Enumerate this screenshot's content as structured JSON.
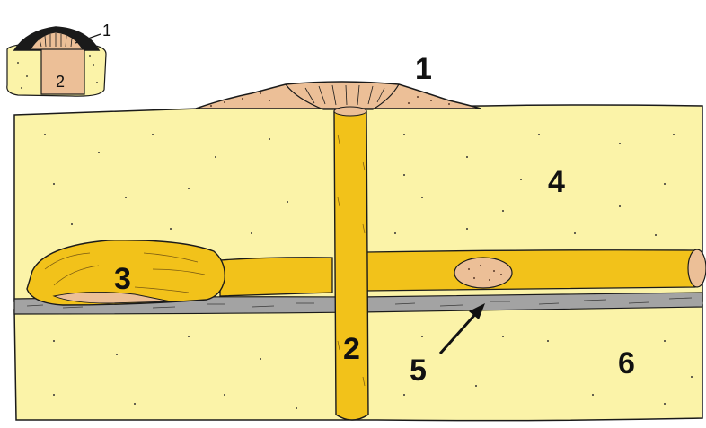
{
  "labels": {
    "mound": "1",
    "shaft": "2",
    "chamber": "3",
    "upper_layer": "4",
    "seam": "5",
    "lower_layer": "6"
  },
  "inset": {
    "mound_label": "1",
    "shaft_label": "2"
  },
  "colors": {
    "soil": "#fbf3a8",
    "tunnel": "#f2c21a",
    "mound": "#ecbf97",
    "seam": "#a3a3a3",
    "outline": "#1a1a1a"
  }
}
